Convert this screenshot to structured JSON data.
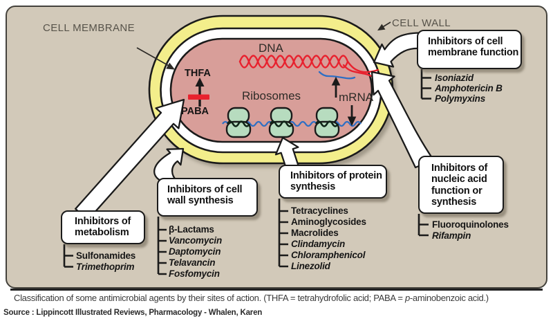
{
  "figure": {
    "labels": {
      "cell_membrane": "CELL MEMBRANE",
      "cell_wall": "CELL WALL",
      "dna": "DNA",
      "ribosomes": "Ribosomes",
      "mrna": "mRNA",
      "thfa": "THFA",
      "paba": "PABA"
    },
    "callouts": {
      "membrane": {
        "title": "Inhibitors of cell membrane function",
        "items": [
          "Isoniazid",
          "Amphotericin B",
          "Polymyxins"
        ],
        "italic_flags": [
          true,
          true,
          true
        ]
      },
      "metabolism": {
        "title": "Inhibitors of metabolism",
        "items": [
          "Sulfonamides",
          "Trimethoprim"
        ],
        "italic_flags": [
          false,
          true
        ]
      },
      "wall": {
        "title": "Inhibitors of cell wall synthesis",
        "items": [
          "β-Lactams",
          "Vancomycin",
          "Daptomycin",
          "Telavancin",
          "Fosfomycin"
        ],
        "italic_flags": [
          false,
          true,
          true,
          true,
          true
        ]
      },
      "protein": {
        "title": "Inhibitors of protein synthesis",
        "items": [
          "Tetracyclines",
          "Aminoglycosides",
          "Macrolides",
          "Clindamycin",
          "Chloramphenicol",
          "Linezolid"
        ],
        "italic_flags": [
          false,
          false,
          false,
          true,
          true,
          true
        ]
      },
      "nucleic": {
        "title": "Inhibitors of nucleic acid function or synthesis",
        "items": [
          "Fluoroquinolones",
          "Rifampin"
        ],
        "italic_flags": [
          false,
          true
        ]
      }
    }
  },
  "caption": {
    "before_italic": "Classification of some antimicrobial agents by their sites of action. (THFA = tetrahydrofolic acid; PABA = ",
    "italic": "p",
    "after_italic": "-aminobenzoic acid.)"
  },
  "source": "Source : Lippincott Illustrated Reviews, Pharmacology - Whalen, Karen",
  "colors": {
    "panel_bg": "#d2c9b9",
    "wall_yellow": "#f3ee8b",
    "cyto_pink": "#d89e99",
    "ribo_green": "#b7dcbf",
    "dna_red": "#e8212e",
    "mrna_blue": "#2e6fc4",
    "ink": "#1a1a1a",
    "label_gray": "#57534a"
  }
}
